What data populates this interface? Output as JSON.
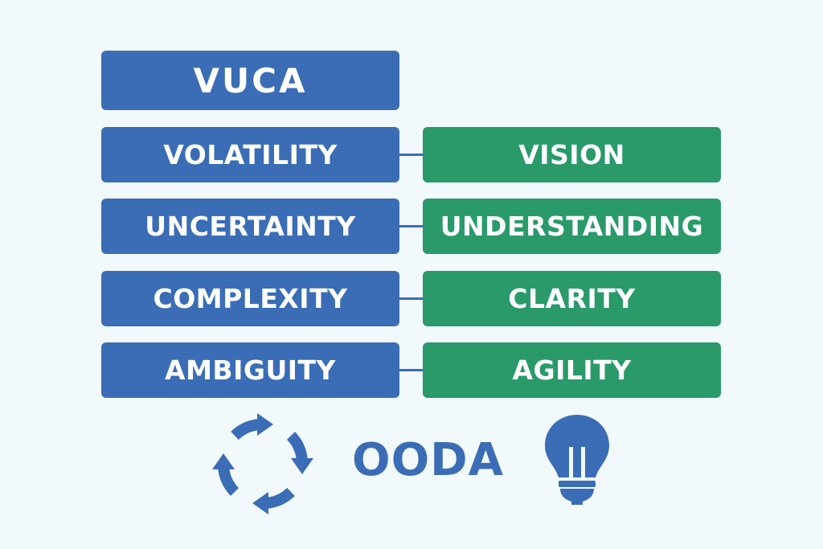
{
  "title": "VUCA",
  "rows": [
    {
      "vuca": "VOLATILITY",
      "response": "VISION"
    },
    {
      "vuca": "UNCERTAINTY",
      "response": "UNDERSTANDING"
    },
    {
      "vuca": "COMPLEXITY",
      "response": "CLARITY"
    },
    {
      "vuca": "AMBIGUITY",
      "response": "AGILITY"
    }
  ],
  "footer": {
    "label": "OODA",
    "left_icon": "cycle-arrows-icon",
    "right_icon": "lightbulb-icon"
  },
  "colors": {
    "vuca": "#3a6db5",
    "response": "#2a9a6a",
    "background": "#f2f9fc"
  }
}
